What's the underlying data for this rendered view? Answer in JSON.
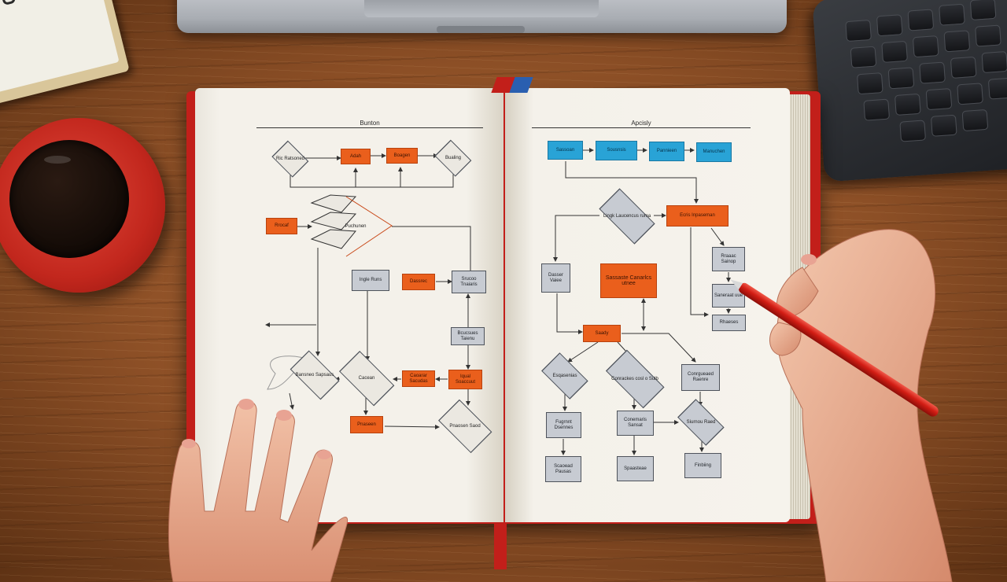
{
  "scene": {
    "left_page_heading": "Bunton",
    "right_page_heading": "Apcisly"
  },
  "colors": {
    "accent_orange": "#ea5f1c",
    "accent_blue": "#29a3d6",
    "box_gray": "#c7cbd2",
    "book_red": "#c21f1a"
  },
  "left_flowchart": {
    "n1": "Ric Ratsoned",
    "n2": "Adah",
    "n3": "Boagen",
    "n4": "Bualing",
    "n5": "Rrocaf",
    "n6": "Puchunen",
    "n7": "Ingle Runs",
    "n8": "Dassrec",
    "n9": "Srucoo Tnaiaris",
    "n10": "Bcucsues Taienu",
    "n11": "Bansneo Sapsaus",
    "n12": "Cacean",
    "n13": "Caoarar Sacudas",
    "n14": "Iqual Soaccuut",
    "n15": "Pnaseen",
    "n16": "Pnaosen Saod"
  },
  "right_flowchart": {
    "b1": "Sassoan",
    "b2": "Sousnsis",
    "b3": "Pannieen",
    "b4": "Manuchen",
    "d1": "Lingk Laucencus ruma",
    "o1": "Ecris Inpaseman",
    "g1": "Rraaac Sainop",
    "g2": "Saneraat uue",
    "g3": "Rhaeses",
    "o2": "Sassaste Canarlcs utnee",
    "g4": "Dasser Vaiee",
    "o3": "Saady",
    "d2": "Esqasenias",
    "d3": "Conrackes cosl o Sulb",
    "g5": "Conrgueaed Raenre",
    "g6": "Fugrnnt Dsennes",
    "g7": "Conemaris Sansat",
    "d4": "Siurnou Raed",
    "g8": "Scaoead Pausas",
    "g9": "Spaasteae",
    "g10": "Finbiing"
  }
}
